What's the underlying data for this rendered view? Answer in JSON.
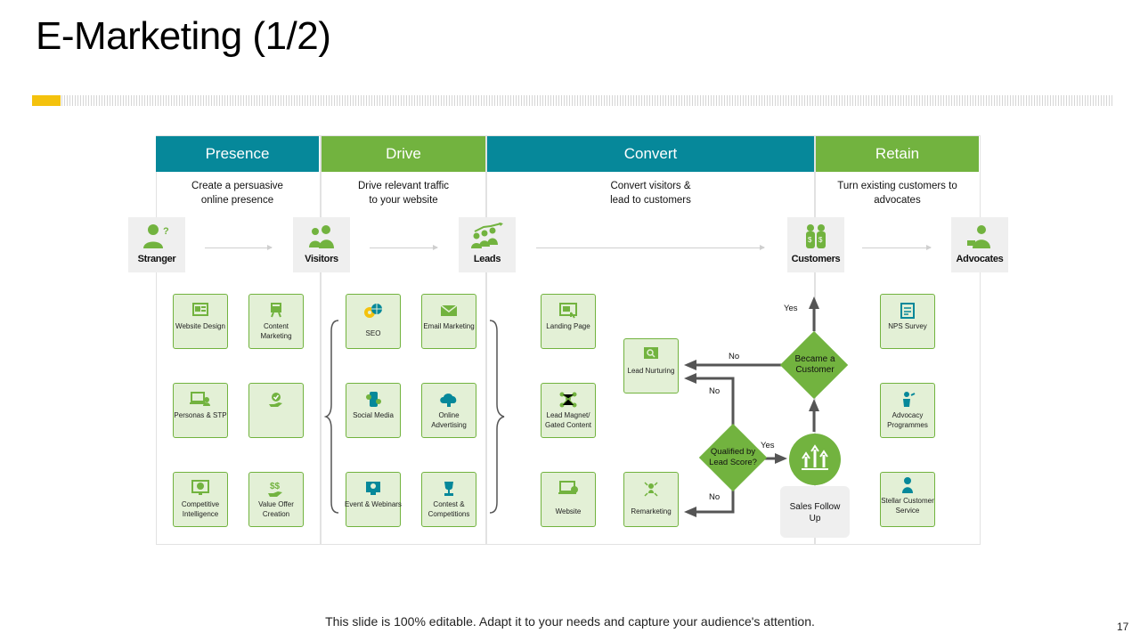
{
  "title": "E-Marketing (1/2)",
  "colors": {
    "teal": "#06889a",
    "green": "#72b33f",
    "tile_fill": "#e3f0d6",
    "accent": "#f4c20d"
  },
  "columns": [
    {
      "header": "Presence",
      "desc_line1": "Create a persuasive",
      "desc_line2": "online presence"
    },
    {
      "header": "Drive",
      "desc_line1": "Drive relevant traffic",
      "desc_line2": "to your website"
    },
    {
      "header": "Convert",
      "desc_line1": "Convert visitors &",
      "desc_line2": "lead to customers"
    },
    {
      "header": "Retain",
      "desc_line1": "Turn existing customers to",
      "desc_line2": "advocates"
    }
  ],
  "stages": [
    {
      "label": "Stranger",
      "icon": "person-question-icon"
    },
    {
      "label": "Visitors",
      "icon": "people-group-icon"
    },
    {
      "label": "Leads",
      "icon": "people-growth-icon"
    },
    {
      "label": "Customers",
      "icon": "people-dollar-icon"
    },
    {
      "label": "Advocates",
      "icon": "advocate-person-icon"
    }
  ],
  "tiles": {
    "website_design": {
      "label": "Website Design",
      "icon": "web-page-icon"
    },
    "content_marketing": {
      "label": "Content Marketing",
      "icon": "content-board-icon"
    },
    "personas_stp": {
      "label": "Personas & STP",
      "icon": "laptop-persona-icon"
    },
    "hand_check": {
      "label": "",
      "icon": "hand-check-icon"
    },
    "competitive_intelligence": {
      "label": "Competitive Intelligence",
      "icon": "brain-screen-icon"
    },
    "value_offer": {
      "label": "Value Offer Creation",
      "icon": "hand-dollar-icon"
    },
    "seo": {
      "label": "SEO",
      "icon": "gears-globe-icon"
    },
    "email_marketing": {
      "label": "Email Marketing",
      "icon": "envelope-icon"
    },
    "social_media": {
      "label": "Social Media",
      "icon": "social-phone-icon"
    },
    "online_advertising": {
      "label": "Online Advertising",
      "icon": "cloud-megaphone-icon"
    },
    "event_webinars": {
      "label": "Event & Webinars",
      "icon": "webinar-screen-icon"
    },
    "contest": {
      "label": "Contest & Competitions",
      "icon": "trophy-icon"
    },
    "landing_page": {
      "label": "Landing Page",
      "icon": "landing-page-icon"
    },
    "lead_magnet": {
      "label": "Lead Magnet/ Gated Content",
      "icon": "network-people-icon"
    },
    "website": {
      "label": "Website",
      "icon": "laptop-globe-icon"
    },
    "lead_nurturing": {
      "label": "Lead Nurturing",
      "icon": "magnifier-icon"
    },
    "remarketing": {
      "label": "Remarketing",
      "icon": "person-arrows-icon"
    },
    "nps_survey": {
      "label": "NPS Survey",
      "icon": "survey-clipboard-icon"
    },
    "advocacy": {
      "label": "Advocacy Programmes",
      "icon": "speaker-person-icon"
    },
    "stellar_service": {
      "label": "Stellar Customer Service",
      "icon": "service-person-icon"
    }
  },
  "flow": {
    "became_customer": "Became a Customer",
    "qualified": "Qualified by Lead Score?",
    "sales_follow_up": "Sales Follow Up",
    "yes": "Yes",
    "no": "No"
  },
  "footer_note": "This slide is 100% editable. Adapt it to your needs and capture your audience's attention.",
  "page_number": "17"
}
